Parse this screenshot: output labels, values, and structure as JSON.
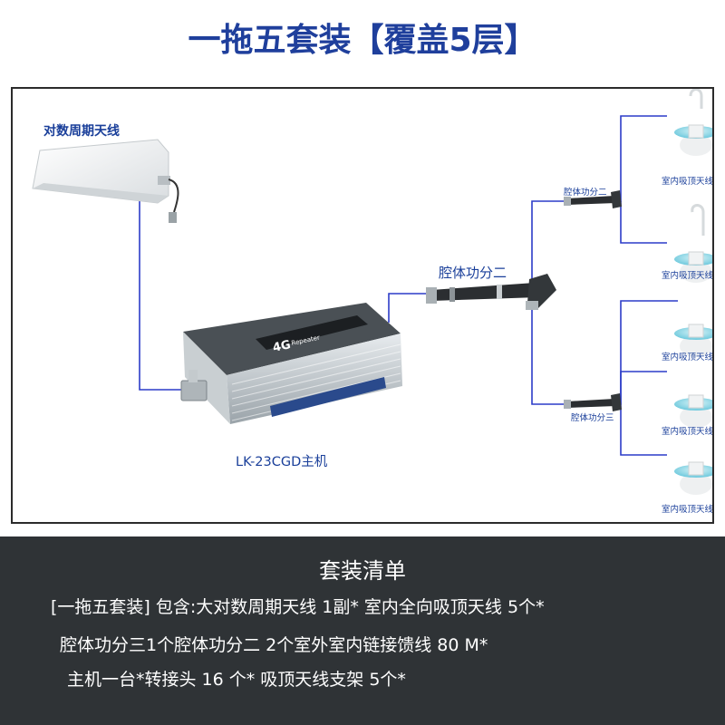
{
  "title": "一拖五套装【覆盖5层】",
  "diagram": {
    "outdoor_antenna_label": "对数周期天线",
    "host_label": "LK-23CGD主机",
    "host_badge": "4G",
    "host_text": "Repeater",
    "main_splitter_label": "腔体功分二",
    "upper_splitter_label": "腔体功分二",
    "lower_splitter_label": "腔体功分三",
    "ceiling_antenna_label": "室内吸顶天线"
  },
  "list": {
    "title": "套装清单",
    "line1": "[一拖五套装] 包含:大对数周期天线 1副* 室内全向吸顶天线 5个*",
    "line2": "腔体功分三1个腔体功分二 2个室外室内链接馈线 80  M*",
    "line3": "主机一台*转接头 16 个* 吸顶天线支架 5个*"
  },
  "colors": {
    "title": "#1f3f9c",
    "cable": "#2c3cc8",
    "label": "#1a3f9a",
    "footer_bg": "#2f3336",
    "antenna_dish": "#7fd3e4"
  }
}
